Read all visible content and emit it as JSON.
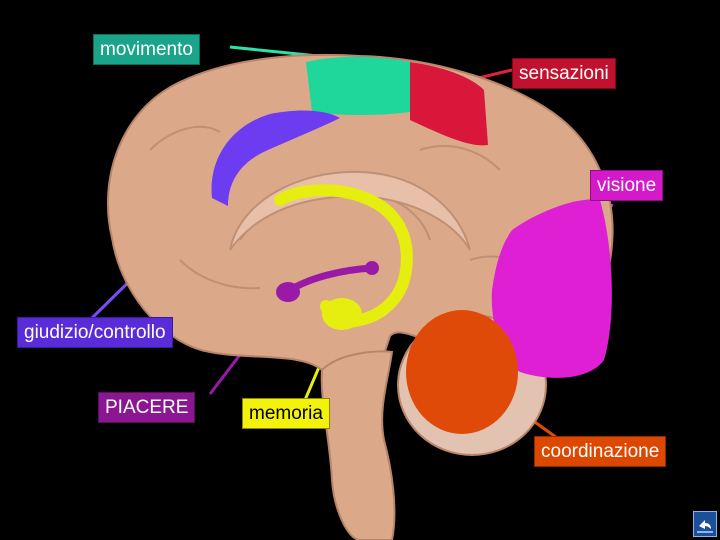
{
  "labels": {
    "movimento": "movimento",
    "sensazioni": "sensazioni",
    "visione": "visione",
    "giudizio_controllo": "giudizio/controllo",
    "piacere": "PIACERE",
    "memoria": "memoria",
    "coordinazione": "coordinazione"
  },
  "colors": {
    "background": "#000000",
    "brain_tissue": "#dba98a",
    "movimento": "#1fd79a",
    "sensazioni": "#d8173a",
    "visione": "#df1fd4",
    "giudizio_controllo": "#6e3cf0",
    "piacere": "#9a1aa8",
    "memoria": "#e6ee10",
    "coordinazione": "#e04a08"
  },
  "icons": {
    "nav_button": "return-arrow-icon"
  }
}
